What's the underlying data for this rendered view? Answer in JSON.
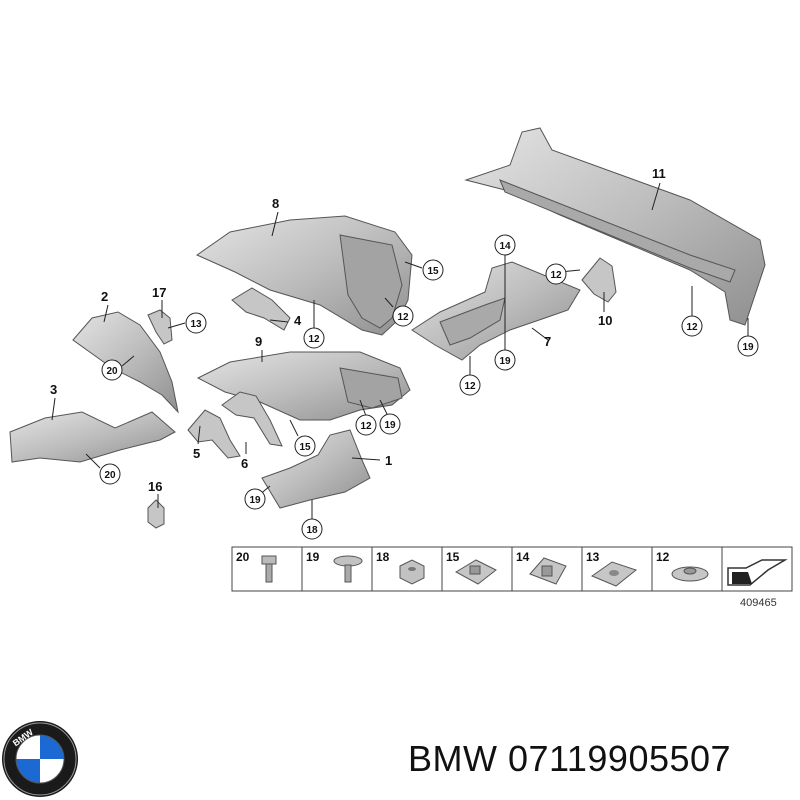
{
  "diagram": {
    "callouts_plain": [
      "1",
      "2",
      "3",
      "4",
      "5",
      "6",
      "7",
      "8",
      "9",
      "10",
      "11",
      "16",
      "17"
    ],
    "callouts_circled": [
      "12",
      "13",
      "14",
      "15",
      "18",
      "19",
      "20"
    ],
    "legend": [
      "20",
      "19",
      "18",
      "15",
      "14",
      "13",
      "12"
    ],
    "reference_number": "409465"
  },
  "brand": {
    "logo_letters": "BMW",
    "caption": "BMW 07119905507"
  },
  "colors": {
    "part_fill": "#c9c9c9",
    "part_shade": "#9e9e9e",
    "bmw_blue": "#1c69d4"
  }
}
